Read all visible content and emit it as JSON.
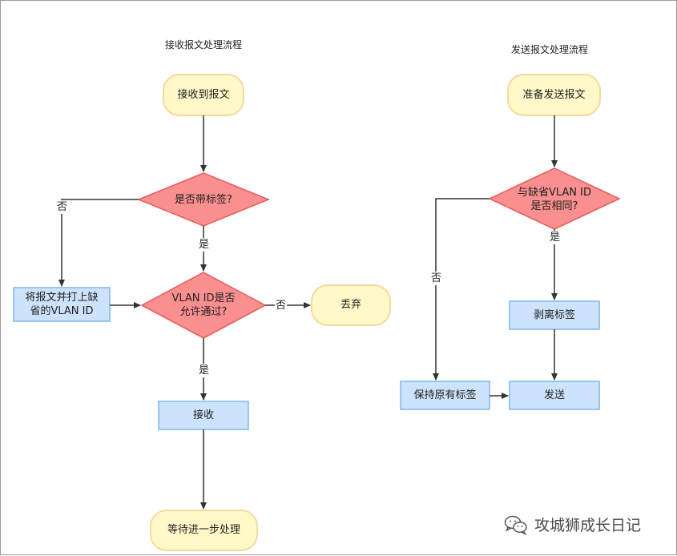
{
  "left": {
    "title": "接收报文处理流程",
    "start": "接收到报文",
    "decision_tagged": "是否带标签?",
    "no_label_1": "否",
    "yes_label_1": "是",
    "tag_default": [
      "将报文并打上缺",
      "省的VLAN ID"
    ],
    "decision_vlan": [
      "VLAN ID是否",
      "允许通过?"
    ],
    "no_label_2": "否",
    "discard": "丢弃",
    "yes_label_2": "是",
    "receive": "接收",
    "end": "等待进一步处理"
  },
  "right": {
    "title": "发送报文处理流程",
    "start": "准备发送报文",
    "decision_same": [
      "与缺省VLAN ID",
      "是否相同?"
    ],
    "yes_label": "是",
    "no_label": "否",
    "strip": "剥离标签",
    "keep": "保持原有标签",
    "send": "发送"
  },
  "watermark": {
    "text": "攻城狮成长日记",
    "icon": "wechat-icon"
  },
  "colors": {
    "terminal_fill": "#fff9c8",
    "terminal_stroke": "#f5d9a0",
    "decision_fill": "#f98f8f",
    "decision_stroke": "#e85a5a",
    "process_fill": "#cce3fb",
    "process_stroke": "#7fb8ef",
    "arrow": "#333333"
  }
}
